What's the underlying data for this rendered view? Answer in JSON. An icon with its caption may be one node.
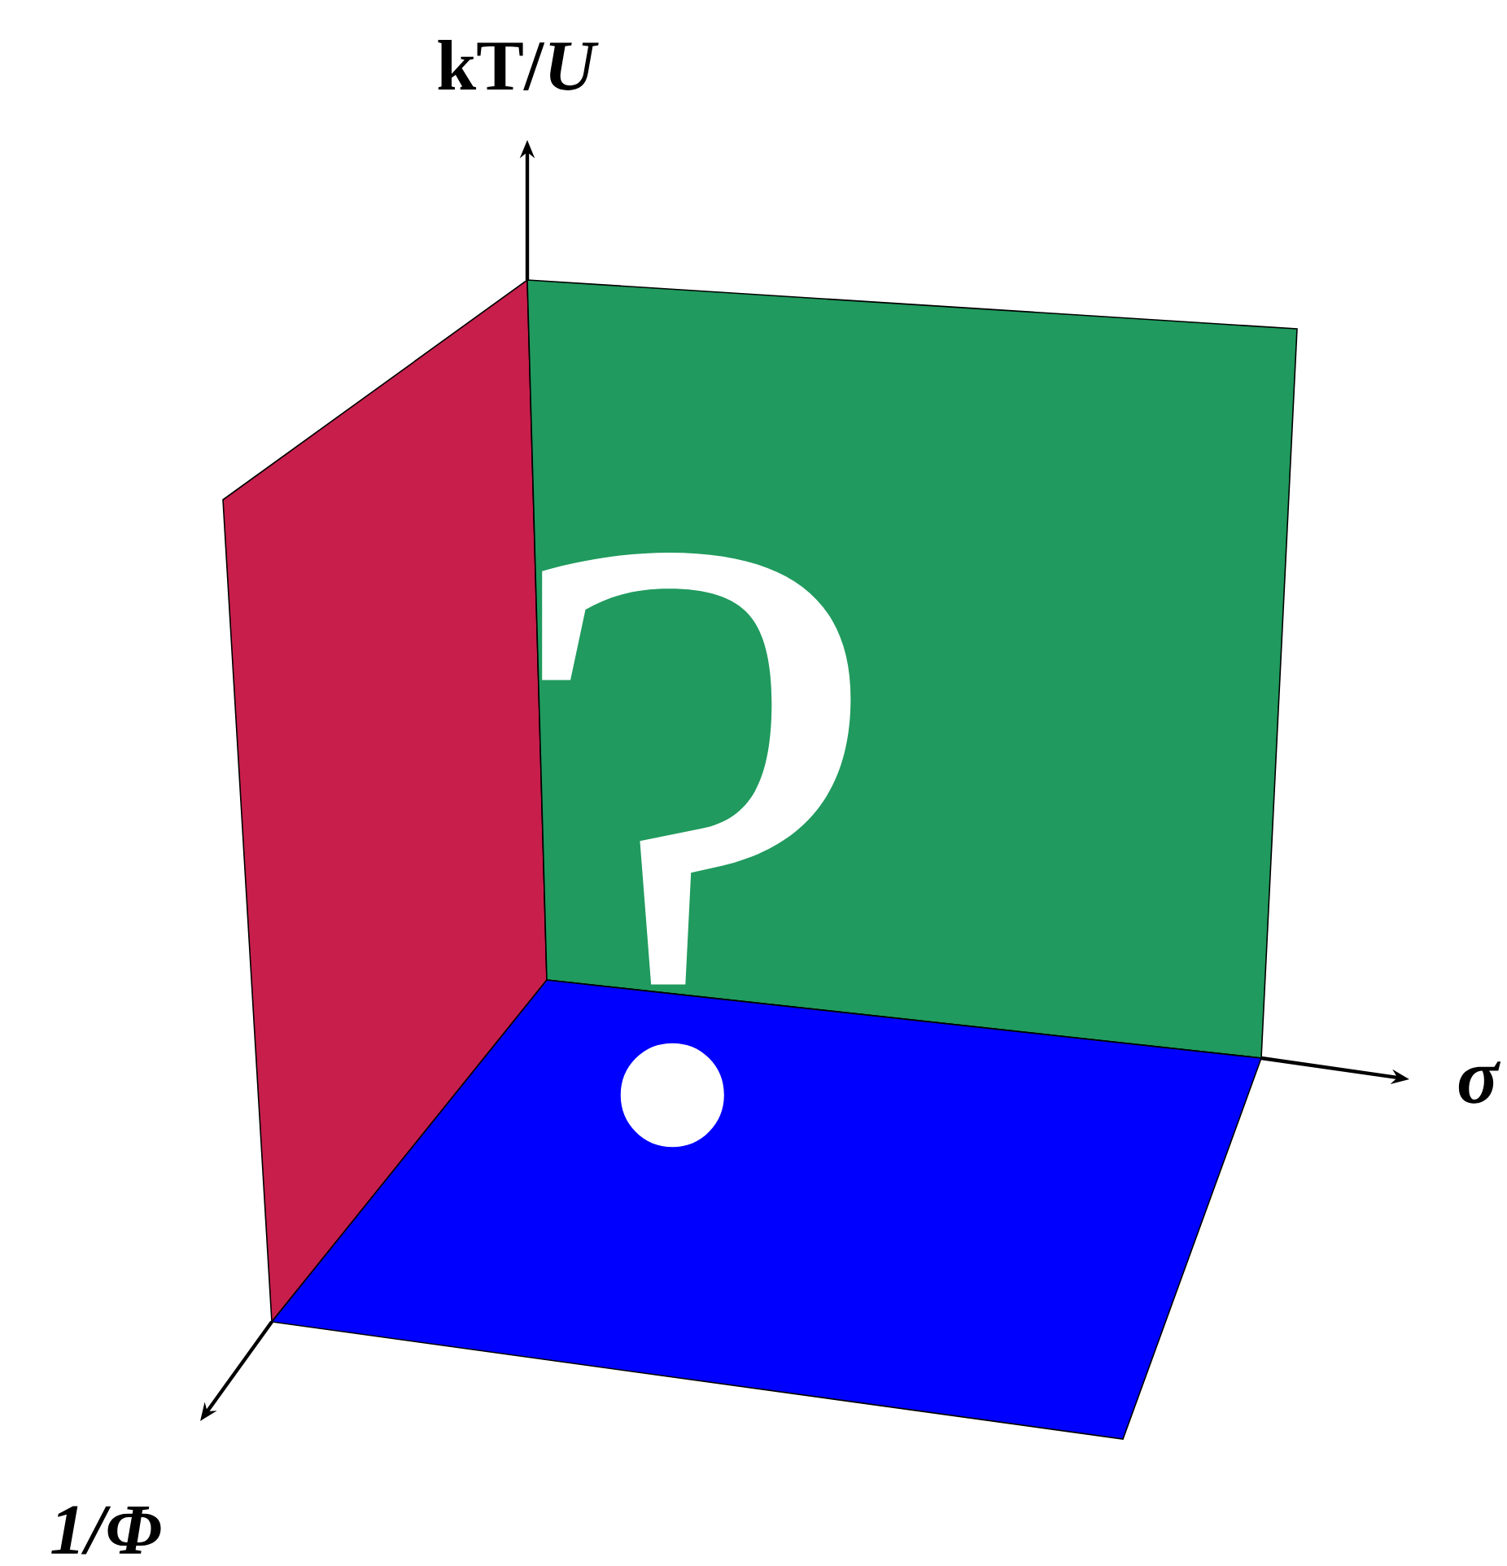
{
  "diagram": {
    "labels": [
      "kT/*U*",
      "σ",
      "1/Φ",
      "?"
    ]
  }
}
